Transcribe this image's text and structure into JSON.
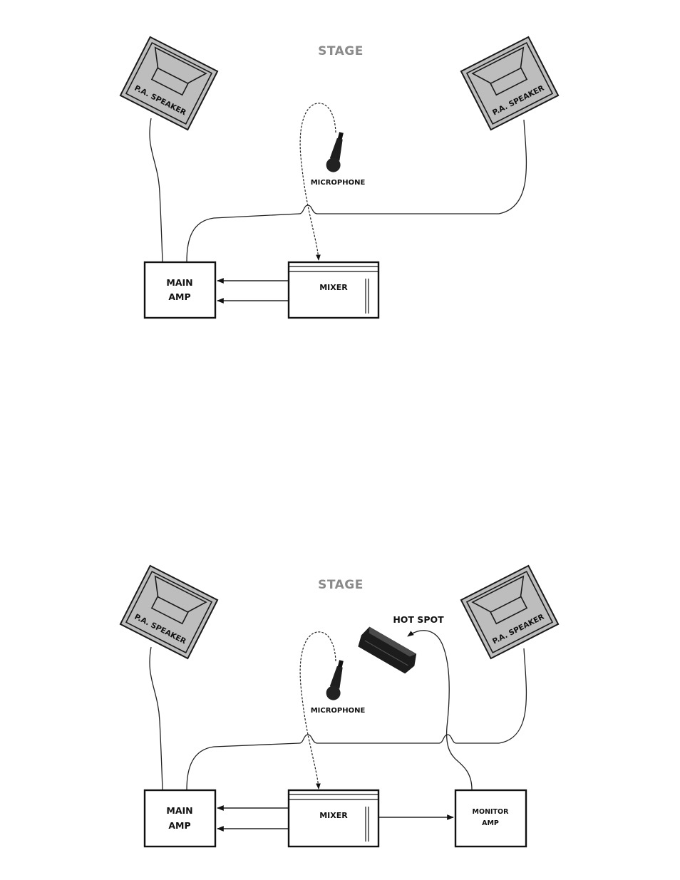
{
  "diagrams": [
    {
      "stage_label": "STAGE",
      "left_speaker_label": "P.A. SPEAKER",
      "right_speaker_label": "P.A. SPEAKER",
      "microphone_label": "MICROPHONE",
      "main_amp_line1": "MAIN",
      "main_amp_line2": "AMP",
      "mixer_label": "MIXER"
    },
    {
      "stage_label": "STAGE",
      "left_speaker_label": "P.A. SPEAKER",
      "right_speaker_label": "P.A. SPEAKER",
      "microphone_label": "MICROPHONE",
      "hot_spot_label": "HOT SPOT",
      "main_amp_line1": "MAIN",
      "main_amp_line2": "AMP",
      "mixer_label": "MIXER",
      "monitor_amp_line1": "MONITOR",
      "monitor_amp_line2": "AMP"
    }
  ]
}
